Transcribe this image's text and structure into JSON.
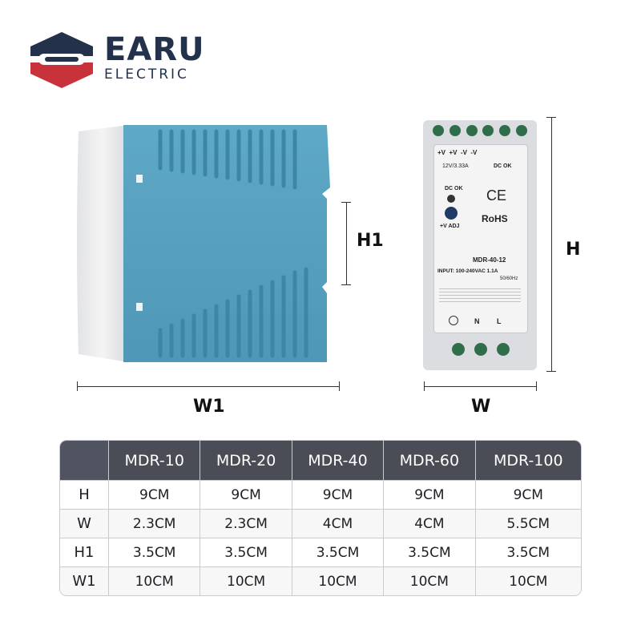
{
  "brand": {
    "name": "EARU",
    "subtitle": "ELECTRIC",
    "colors": {
      "navy": "#23324a",
      "red": "#c8323a"
    }
  },
  "side_view": {
    "label_h1": "H1",
    "label_w1": "W1"
  },
  "front_view": {
    "label_h": "H",
    "label_w": "W",
    "terminal_top_labels": "+V  +V  -V  -V",
    "rating_top": "12V/3.33A",
    "dc_ok_top": "DC OK",
    "dc_ok_led": "DC OK",
    "v_adj": "+V ADJ",
    "ce_mark": "CE",
    "rohs": "RoHS",
    "model": "MDR-40-12",
    "input": "INPUT: 100-240VAC  1.1A",
    "freq": "50/60Hz",
    "terminal_bottom_labels": [
      "N",
      "L"
    ]
  },
  "table": {
    "corner": "",
    "columns": [
      "MDR-10",
      "MDR-20",
      "MDR-40",
      "MDR-60",
      "MDR-100"
    ],
    "rows": [
      {
        "label": "H",
        "values": [
          "9CM",
          "9CM",
          "9CM",
          "9CM",
          "9CM"
        ]
      },
      {
        "label": "W",
        "values": [
          "2.3CM",
          "2.3CM",
          "4CM",
          "4CM",
          "5.5CM"
        ]
      },
      {
        "label": "H1",
        "values": [
          "3.5CM",
          "3.5CM",
          "3.5CM",
          "3.5CM",
          "3.5CM"
        ]
      },
      {
        "label": "W1",
        "values": [
          "10CM",
          "10CM",
          "10CM",
          "10CM",
          "10CM"
        ]
      }
    ]
  }
}
